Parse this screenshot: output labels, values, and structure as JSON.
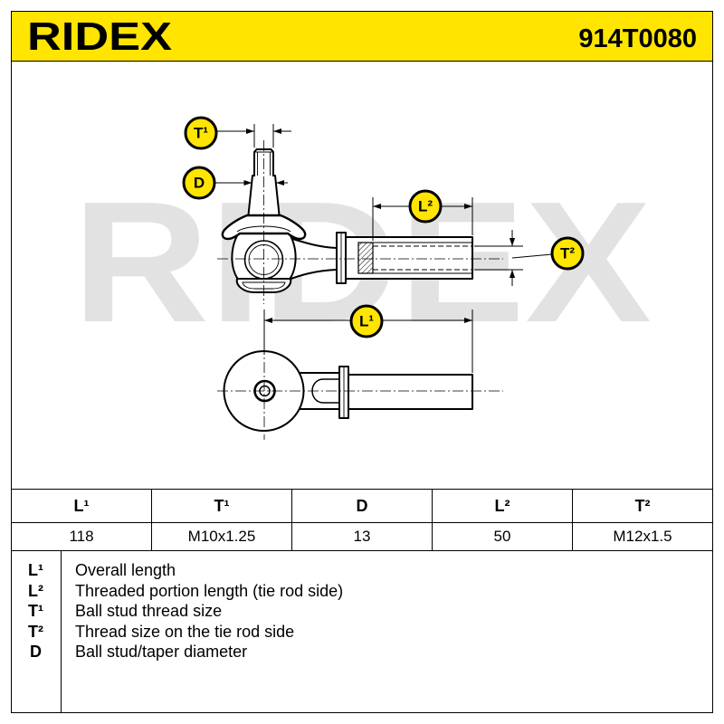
{
  "header": {
    "logo": "RIDEX",
    "part_number": "914T0080"
  },
  "drawing": {
    "watermark": "RIDEX",
    "labels": {
      "t1": "T¹",
      "d": "D",
      "l2": "L²",
      "t2": "T²",
      "l1": "L¹"
    }
  },
  "table": {
    "headers": [
      "L¹",
      "T¹",
      "D",
      "L²",
      "T²"
    ],
    "values": [
      "118",
      "M10x1.25",
      "13",
      "50",
      "M12x1.5"
    ]
  },
  "legend": [
    {
      "symbol": "L¹",
      "description": "Overall length"
    },
    {
      "symbol": "L²",
      "description": "Threaded portion length (tie rod side)"
    },
    {
      "symbol": "T¹",
      "description": "Ball stud thread size"
    },
    {
      "symbol": "T²",
      "description": "Thread size on the tie rod side"
    },
    {
      "symbol": "D",
      "description": "Ball stud/taper diameter"
    }
  ],
  "colors": {
    "brand_yellow": "#ffe500",
    "ink": "#000000",
    "watermark": "#e2e2e2"
  }
}
